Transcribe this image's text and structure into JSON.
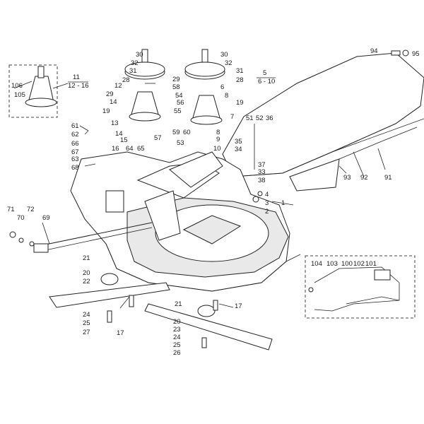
{
  "insets": {
    "left_ref_a": "11",
    "left_ref_b": "12 - 16",
    "right_ref_a": "5",
    "right_ref_b": "6 - 10"
  },
  "callouts": [
    "30",
    "32",
    "31",
    "28",
    "12",
    "29",
    "14",
    "19",
    "13",
    "14",
    "15",
    "16",
    "64",
    "65",
    "58",
    "54",
    "56",
    "55",
    "57",
    "59",
    "60",
    "53",
    "29",
    "30",
    "32",
    "31",
    "28",
    "6",
    "8",
    "19",
    "7",
    "8",
    "9",
    "10",
    "106",
    "105",
    "61",
    "62",
    "66",
    "67",
    "63",
    "68",
    "51",
    "52",
    "36",
    "35",
    "34",
    "37",
    "33",
    "38",
    "4",
    "3",
    "2",
    "1",
    "94",
    "95",
    "91",
    "92",
    "93",
    "71",
    "70",
    "72",
    "69",
    "21",
    "20",
    "22",
    "24",
    "25",
    "27",
    "17",
    "21",
    "20",
    "23",
    "24",
    "25",
    "26",
    "17",
    "104",
    "103",
    "100",
    "102",
    "101"
  ]
}
